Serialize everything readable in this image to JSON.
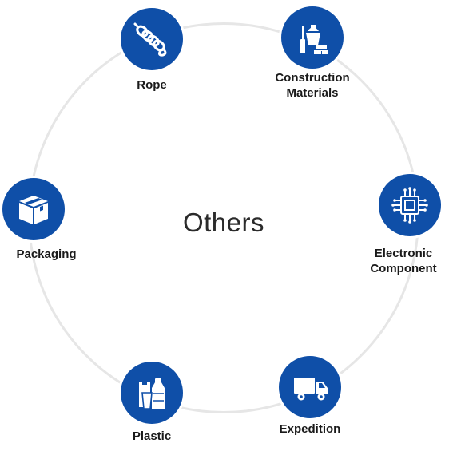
{
  "title": "Others",
  "colors": {
    "icon_bg": "#0f4fa8",
    "ring": "#e6e6e6",
    "text": "#1a1a1a"
  },
  "nodes": [
    {
      "id": "rope",
      "label_lines": [
        "Rope"
      ],
      "icon": "rope-icon"
    },
    {
      "id": "construction",
      "label_lines": [
        "Construction",
        "Materials"
      ],
      "icon": "construction-icon"
    },
    {
      "id": "electronic",
      "label_lines": [
        "Electronic",
        "Component"
      ],
      "icon": "chip-icon"
    },
    {
      "id": "expedition",
      "label_lines": [
        "Expedition"
      ],
      "icon": "truck-icon"
    },
    {
      "id": "plastic",
      "label_lines": [
        "Plastic"
      ],
      "icon": "plastic-bottle-icon"
    },
    {
      "id": "packaging",
      "label_lines": [
        "Packaging"
      ],
      "icon": "box-icon"
    }
  ]
}
